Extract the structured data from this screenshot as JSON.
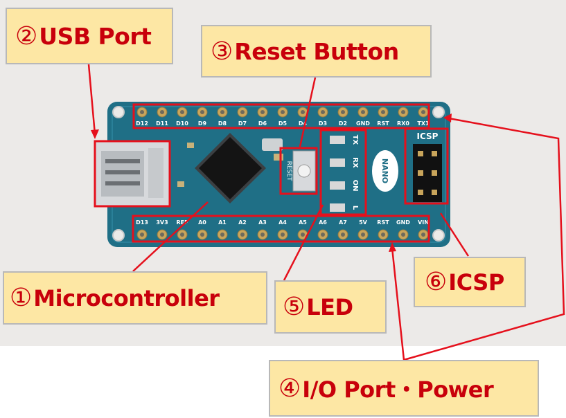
{
  "callouts": {
    "usb": {
      "num": "②",
      "text": "USB Port"
    },
    "reset": {
      "num": "③",
      "text": "Reset Button"
    },
    "mcu": {
      "num": "①",
      "text": "Microcontroller"
    },
    "led": {
      "num": "⑤",
      "text": "LED"
    },
    "icsp": {
      "num": "⑥",
      "text": "ICSP"
    },
    "io": {
      "num": "④",
      "text": "I/O Port・Power"
    }
  },
  "board": {
    "top_pins": [
      "D12",
      "D11",
      "D10",
      "D9",
      "D8",
      "D7",
      "D6",
      "D5",
      "D4",
      "D3",
      "D2",
      "GND",
      "RST",
      "RX0",
      "TX1"
    ],
    "bottom_pins": [
      "D13",
      "3V3",
      "REF",
      "A0",
      "A1",
      "A2",
      "A3",
      "A4",
      "A5",
      "A6",
      "A7",
      "5V",
      "RST",
      "GND",
      "VIN"
    ],
    "reset_label": "RESET",
    "led_labels": [
      "TX",
      "RX",
      "ON",
      "L"
    ],
    "logo_label": "NANO",
    "icsp_label": "ICSP"
  },
  "colors": {
    "board": "#1f6f86",
    "highlight": "#e5101c",
    "callout_fill": "#fde7a4",
    "callout_text": "#c8000b"
  }
}
